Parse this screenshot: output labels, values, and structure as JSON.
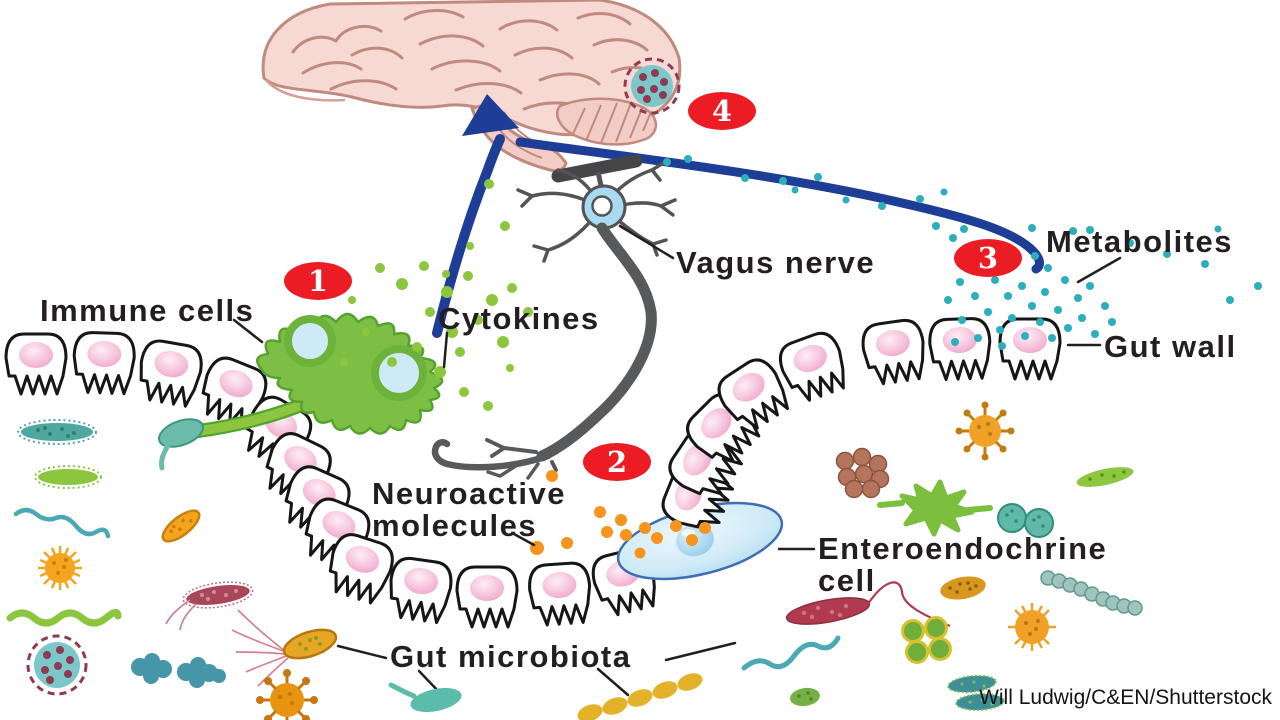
{
  "labels": {
    "immune_cells": "Immune cells",
    "cytokines": "Cytokines",
    "vagus_nerve": "Vagus nerve",
    "metabolites": "Metabolites",
    "gut_wall": "Gut wall",
    "neuroactive_line1": "Neuroactive",
    "neuroactive_line2": "molecules",
    "enteroendocrine_line1": "Enteroendochrine",
    "enteroendocrine_line2": "cell",
    "gut_microbiota": "Gut microbiota"
  },
  "markers": [
    "1",
    "2",
    "3",
    "4"
  ],
  "credit": "Will Ludwig/C&EN/Shutterstock",
  "colors": {
    "background": "#ffffff",
    "brain_fill": "#f7d9d3",
    "brain_outline": "#c08a7f",
    "navy_arrow": "#1d3d96",
    "neuron_gray": "#58595b",
    "neuron_soma_blue": "#a8daf2",
    "marker_red": "#ec1c24",
    "marker_text": "#ffffff",
    "label_color": "#231f20",
    "cytokine_green": "#8cc63e",
    "metabolite_teal": "#2caebc",
    "neuroactive_orange": "#f7941d",
    "immune_cell_green": "#7dbf45",
    "epithelial_nucleus_pink": "#efa3c9",
    "enteroendocrine_blue": "#cfeaf8"
  },
  "icons": [
    "brain",
    "cerebellum",
    "brainstem",
    "vagus-neuron",
    "axon-terminal",
    "arrow-to-brain",
    "immune-dendritic-cell",
    "epithelial-cell",
    "enteroendocrine-cell",
    "cytokine-dots",
    "metabolite-dots",
    "neuroactive-dots",
    "fuzzy-rod-bacterium",
    "rod-bacterium",
    "spirochete",
    "spiky-virus",
    "knobbed-virus",
    "dotted-coccus",
    "cocci-cluster",
    "cocci-chain",
    "diplococci",
    "flagellated-bacterium",
    "segmented-chain",
    "tadpole-microbe",
    "amoeboid-microbe",
    "paired-bacilli"
  ]
}
